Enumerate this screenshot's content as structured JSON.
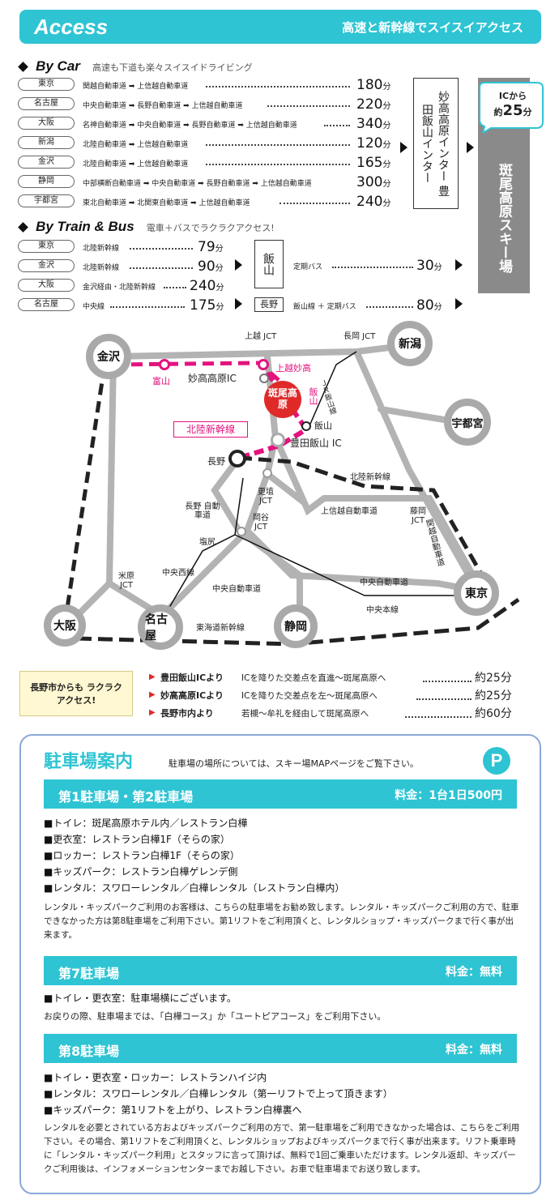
{
  "header": {
    "title": "Access",
    "subtitle": "高速と新幹線でスイスイアクセス"
  },
  "by_car": {
    "title": "By Car",
    "subtitle": "高速も下道も楽々スイスイドライビング",
    "rows": [
      {
        "city": "東京",
        "route": "関越自動車道 ➡ 上信越自動車道",
        "minutes": "180",
        "unit": "分"
      },
      {
        "city": "名古屋",
        "route": "中央自動車道 ➡ 長野自動車道 ➡ 上信越自動車道",
        "minutes": "220",
        "unit": "分"
      },
      {
        "city": "大阪",
        "route": "名神自動車道 ➡ 中央自動車道 ➡ 長野自動車道 ➡ 上信越自動車道",
        "minutes": "340",
        "unit": "分"
      },
      {
        "city": "新潟",
        "route": "北陸自動車道 ➡ 上信越自動車道",
        "minutes": "120",
        "unit": "分"
      },
      {
        "city": "金沢",
        "route": "北陸自動車道 ➡ 上信越自動車道",
        "minutes": "165",
        "unit": "分"
      },
      {
        "city": "静岡",
        "route": "中部横断自動車道 ➡ 中央自動車道 ➡ 長野自動車道 ➡ 上信越自動車道",
        "minutes": "300",
        "unit": "分"
      },
      {
        "city": "宇都宮",
        "route": "東北自動車道 ➡ 北関東自動車道 ➡ 上信越自動車道",
        "minutes": "240",
        "unit": "分"
      }
    ],
    "interchange": "妙高高原インター 豊田飯山インター",
    "ic_note_line1": "ICから",
    "ic_note_prefix": "約",
    "ic_note_value": "25",
    "ic_note_unit": "分",
    "destination": "斑尾高原スキー場"
  },
  "by_train": {
    "title": "By Train & Bus",
    "subtitle": "電車＋バスでラクラクアクセス!",
    "rows": [
      {
        "city": "東京",
        "route": "北陸新幹線",
        "minutes": "79",
        "unit": "分"
      },
      {
        "city": "金沢",
        "route": "北陸新幹線",
        "minutes": "90",
        "unit": "分"
      },
      {
        "city": "大阪",
        "route": "金沢経由・北陸新幹線",
        "minutes": "240",
        "unit": "分"
      },
      {
        "city": "名古屋",
        "route": "中央線",
        "minutes": "175",
        "unit": "分"
      }
    ],
    "station1": "飯山",
    "station2": "長野",
    "bus1_route": "定期バス",
    "bus1_minutes": "30",
    "bus1_unit": "分",
    "bus2_route": "飯山線 ＋ 定期バス",
    "bus2_minutes": "80",
    "bus2_unit": "分"
  },
  "map": {
    "cities": [
      "金沢",
      "新潟",
      "宇都宮",
      "東京",
      "静岡",
      "名古屋",
      "大阪"
    ],
    "resort": "斑尾高原",
    "labels": {
      "joetsu_jct": "上越 JCT",
      "nagaoka_jct": "長岡 JCT",
      "joetsu_myoko": "上越妙高",
      "toyama": "富山",
      "myoko_ic": "妙高高原IC",
      "iiyama_line_v": "飯山",
      "jr_iiyama": "ＪＲ飯山線",
      "iiyama": "飯山",
      "hokuriku_shinkansen_box": "北陸新幹線",
      "toyoda_ic": "豊田飯山 IC",
      "nagano": "長野",
      "hokuriku_shinkansen": "北陸新幹線",
      "koshoku_jct": "更埴 JCT",
      "joshinetsu_exp": "上信越自動車道",
      "fujioka_jct": "藤岡 JCT",
      "kanetsu_exp": "関越自動車道",
      "nagano_exp": "長野 自動車道",
      "okaya_jct": "岡谷 JCT",
      "shiojiri": "塩尻",
      "maibara_jct": "米原 JCT",
      "chuo_west": "中央西線",
      "chuo_exp1": "中央自動車道",
      "chuo_exp2": "中央自動車道",
      "chuo_main": "中央本線",
      "tokaido_shinkansen": "東海道新幹線"
    }
  },
  "nagano_access": {
    "badge": "長野市からも ラクラクアクセス!",
    "rows": [
      {
        "from": "豊田飯山ICより",
        "desc": "ICを降りた交差点を直進～斑尾高原へ",
        "minutes": "約25分"
      },
      {
        "from": "妙高高原ICより",
        "desc": "ICを降りた交差点を左～斑尾高原へ",
        "minutes": "約25分"
      },
      {
        "from": "長野市内より",
        "desc": "若槻～牟礼を経由して斑尾高原へ",
        "minutes": "約60分"
      }
    ]
  },
  "parking": {
    "title": "駐車場案内",
    "note": "駐車場の場所については、スキー場MAPページをご覧下さい。",
    "icon": "P",
    "lots": [
      {
        "name": "第1駐車場・第2駐車場",
        "fee": "料金：1台1日500円",
        "items": [
          "■トイレ：斑尾高原ホテル内／レストラン白樺",
          "■更衣室：レストラン白樺1F（そらの家）",
          "■ロッカー：レストラン白樺1F（そらの家）",
          "■キッズパーク：レストラン白樺ゲレンデ側",
          "■レンタル：スワローレンタル／白樺レンタル（レストラン白樺内）"
        ],
        "desc": "レンタル・キッズパークご利用のお客様は、こちらの駐車場をお勧め致します。レンタル・キッズパークご利用の方で、駐車できなかった方は第8駐車場をご利用下さい。第1リフトをご利用頂くと、レンタルショップ・キッズパークまで行く事が出来ます。"
      },
      {
        "name": "第7駐車場",
        "fee": "料金：無料",
        "items": [
          "■トイレ・更衣室：駐車場横にございます。"
        ],
        "desc": "お戻りの際、駐車場までは、「白樺コース」か「ユートピアコース」をご利用下さい。"
      },
      {
        "name": "第8駐車場",
        "fee": "料金：無料",
        "items": [
          "■トイレ・更衣室・ロッカー：レストランハイジ内",
          "■レンタル：スワローレンタル／白樺レンタル（第一リフトで上って頂きます）",
          "■キッズパーク：第1リフトを上がり、レストラン白樺裏へ"
        ],
        "desc": "レンタルを必要とされている方およびキッズパークご利用の方で、第一駐車場をご利用できなかった場合は、こちらをご利用下さい。その場合、第1リフトをご利用頂くと、レンタルショップおよびキッズパークまで行く事が出来ます。リフト乗車時に「レンタル・キッズパーク利用」とスタッフに言って頂けば、無料で1回ご乗車いただけます。レンタル返却、キッズパークご利用後は、インフォメーションセンターまでお越し下さい。お車で駐車場までお送り致します。"
      }
    ]
  },
  "colors": {
    "accent": "#2ec4d3",
    "pink": "#e4137e",
    "resort_red": "#e02a2a",
    "gray_road": "#a9a9a9",
    "border_blue": "#8aa8d8"
  }
}
